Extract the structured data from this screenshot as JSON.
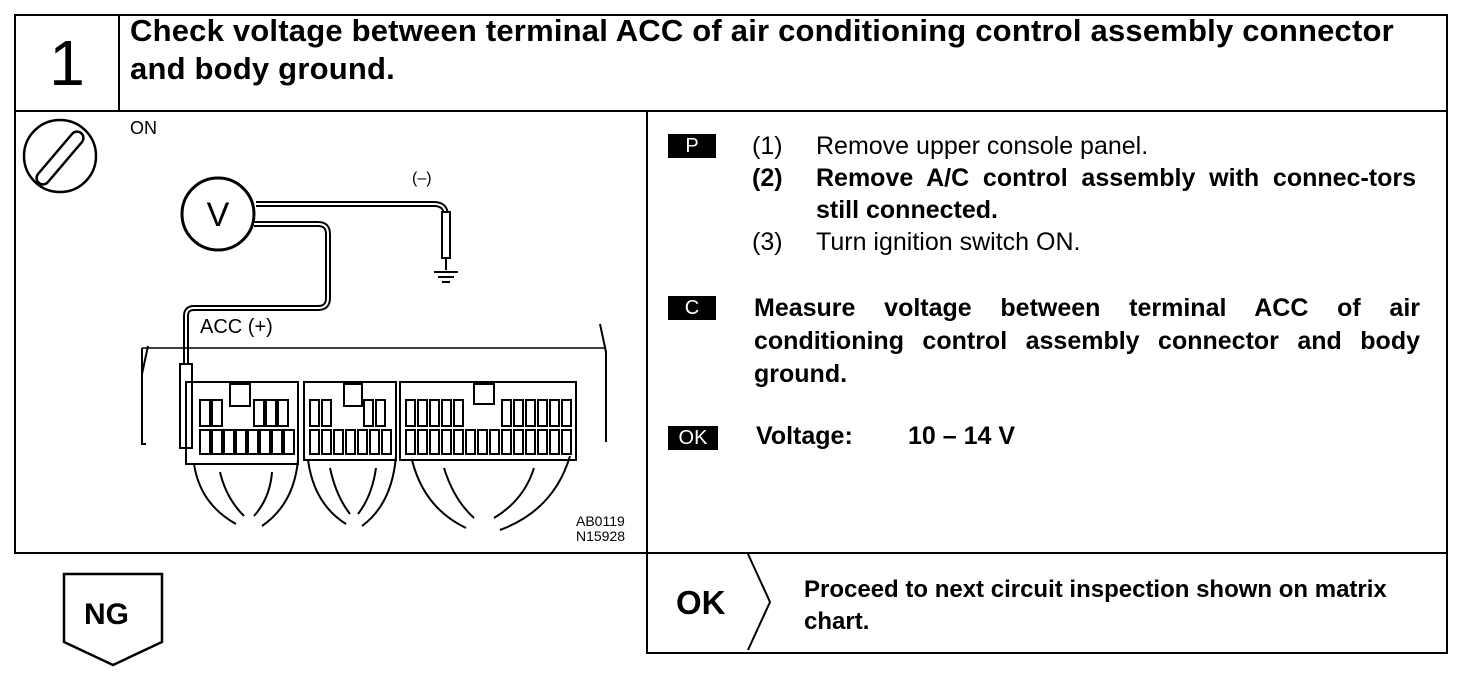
{
  "step": {
    "number": "1",
    "title": "Check voltage between terminal ACC of air conditioning control assembly connector and body ground."
  },
  "diagram": {
    "ignition_label": "ON",
    "meter_symbol": "V",
    "negative_probe_label": "(–)",
    "positive_terminal_label": "ACC (+)",
    "figure_codes": [
      "AB0119",
      "N15928"
    ]
  },
  "prepare": {
    "badge": "P",
    "steps": [
      {
        "num": "(1)",
        "text": "Remove upper console panel."
      },
      {
        "num": "(2)",
        "text": "Remove A/C control assembly with connec-tors still connected."
      },
      {
        "num": "(3)",
        "text": "Turn ignition switch ON."
      }
    ]
  },
  "check": {
    "badge": "C",
    "text": "Measure voltage between terminal ACC of air conditioning control assembly connector and body ground."
  },
  "ok_spec": {
    "badge": "OK",
    "label": "Voltage:",
    "value": "10 – 14 V"
  },
  "result_ok": {
    "label": "OK",
    "text": "Proceed to next circuit inspection shown on matrix chart."
  },
  "result_ng": {
    "label": "NG"
  }
}
